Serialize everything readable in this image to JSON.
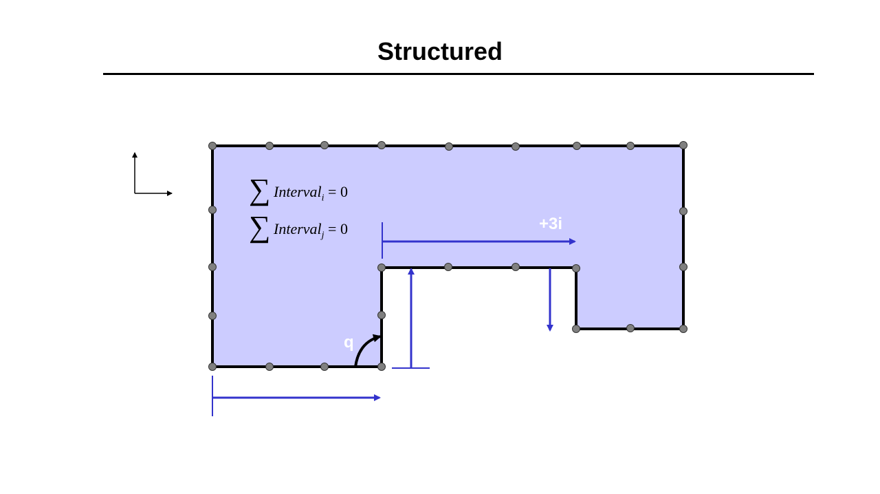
{
  "title": "Structured",
  "formulas": [
    {
      "sigma": "∑",
      "term": "Interval",
      "subscript": "i",
      "rhs": " = 0"
    },
    {
      "sigma": "∑",
      "term": "Interval",
      "subscript": "j",
      "rhs": " = 0"
    }
  ],
  "labels": {
    "angle": "q",
    "offset": "+3i"
  },
  "colors": {
    "fill": "#ccccff",
    "arrow": "#3333cc",
    "node": "#808080",
    "edge": "#000000"
  }
}
